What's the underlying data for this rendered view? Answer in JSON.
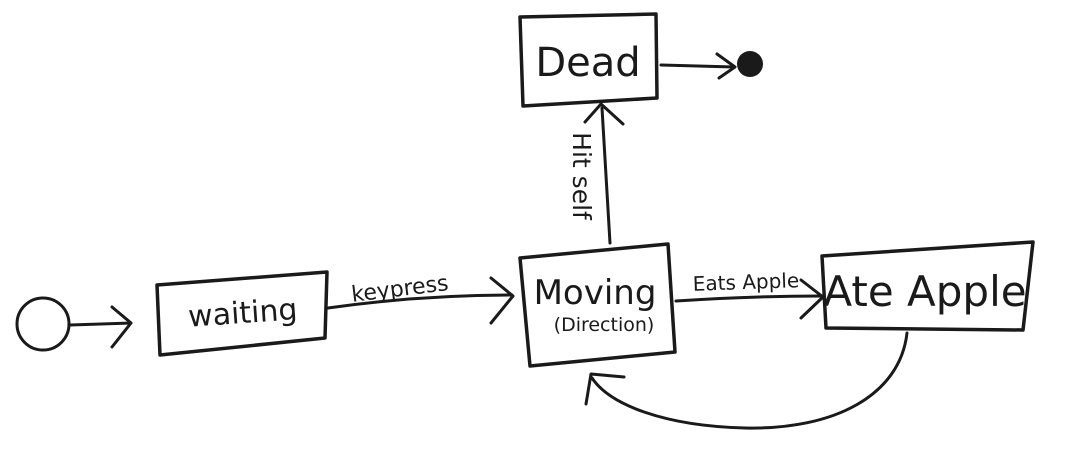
{
  "diagram": {
    "states": {
      "waiting": "waiting",
      "moving": "Moving",
      "moving_sub": "(Direction)",
      "dead": "Dead",
      "ate_apple": "Ate Apple"
    },
    "transitions": {
      "start_to_waiting": "",
      "waiting_to_moving": "keypress",
      "moving_to_dead": "Hit self",
      "moving_to_ate_apple": "Eats Apple",
      "ate_apple_to_moving": "",
      "dead_to_end": ""
    },
    "colors": {
      "ink": "#1a1a1a",
      "paper": "#ffffff"
    }
  }
}
